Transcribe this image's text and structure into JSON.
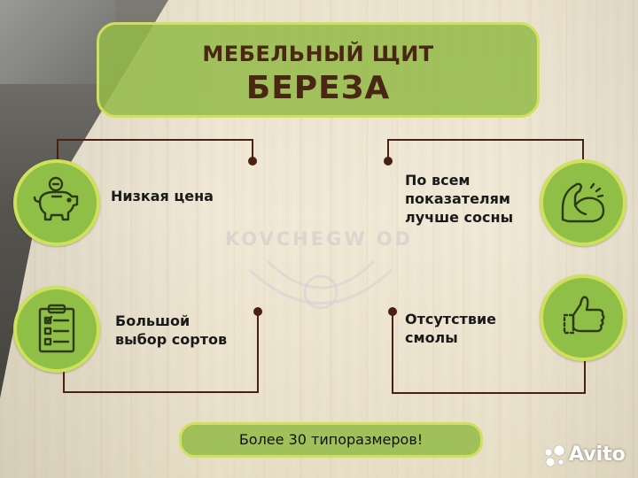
{
  "title": {
    "line1": "МЕБЕЛЬНЫЙ ЩИТ",
    "line2": "БЕРЕЗА"
  },
  "watermark": "KOVCHEGW  OD",
  "features": [
    {
      "lines": [
        "Низкая цена"
      ],
      "icon": "piggy-bank-icon"
    },
    {
      "lines": [
        "По всем",
        "показателям",
        "лучше сосны"
      ],
      "icon": "flexed-arm-icon"
    },
    {
      "lines": [
        "Большой",
        "выбор сортов"
      ],
      "icon": "checklist-clipboard-icon"
    },
    {
      "lines": [
        "Отсутствие",
        "смолы"
      ],
      "icon": "thumbs-up-icon"
    }
  ],
  "banner": "Более 30 типоразмеров!",
  "logo": "Avito",
  "colors": {
    "accent_green": "#8fbf46",
    "accent_border": "#cfe05a",
    "title_brown": "#4a2714",
    "connector_brown": "#4a2010",
    "icon_dark": "#2d3a1a"
  }
}
